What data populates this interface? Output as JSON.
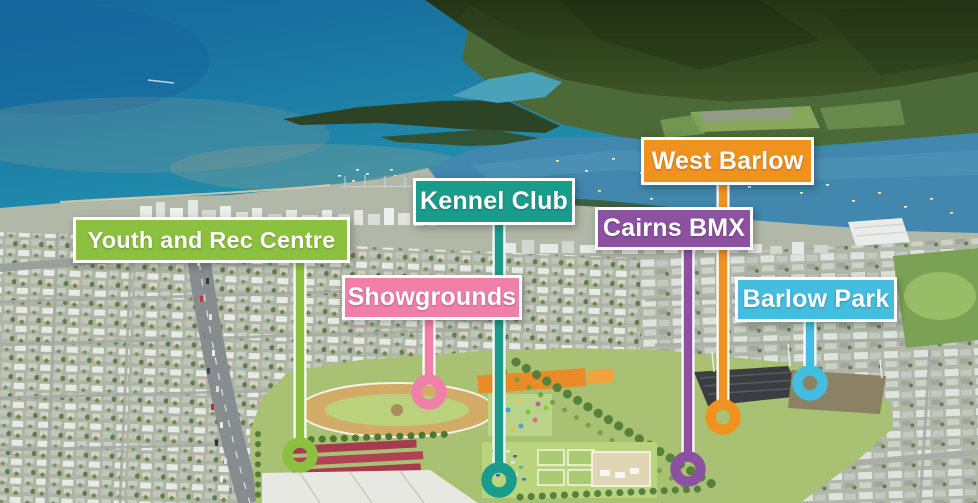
{
  "pins": [
    {
      "id": "youth-and-rec-centre",
      "label": "Youth and Rec Centre",
      "color": "#8CC140"
    },
    {
      "id": "showgrounds",
      "label": "Showgrounds",
      "color": "#F180A8"
    },
    {
      "id": "kennel-club",
      "label": "Kennel Club",
      "color": "#1A9C8C"
    },
    {
      "id": "cairns-bmx",
      "label": "Cairns BMX",
      "color": "#8C52A1"
    },
    {
      "id": "west-barlow",
      "label": "West Barlow",
      "color": "#F09220"
    },
    {
      "id": "barlow-park",
      "label": "Barlow Park",
      "color": "#45BDE0"
    }
  ],
  "overlay": {
    "label_text_color": "#FFFFFF",
    "label_border_color": "#FFFFFF",
    "line_outline_color": "#FFFFFF"
  }
}
